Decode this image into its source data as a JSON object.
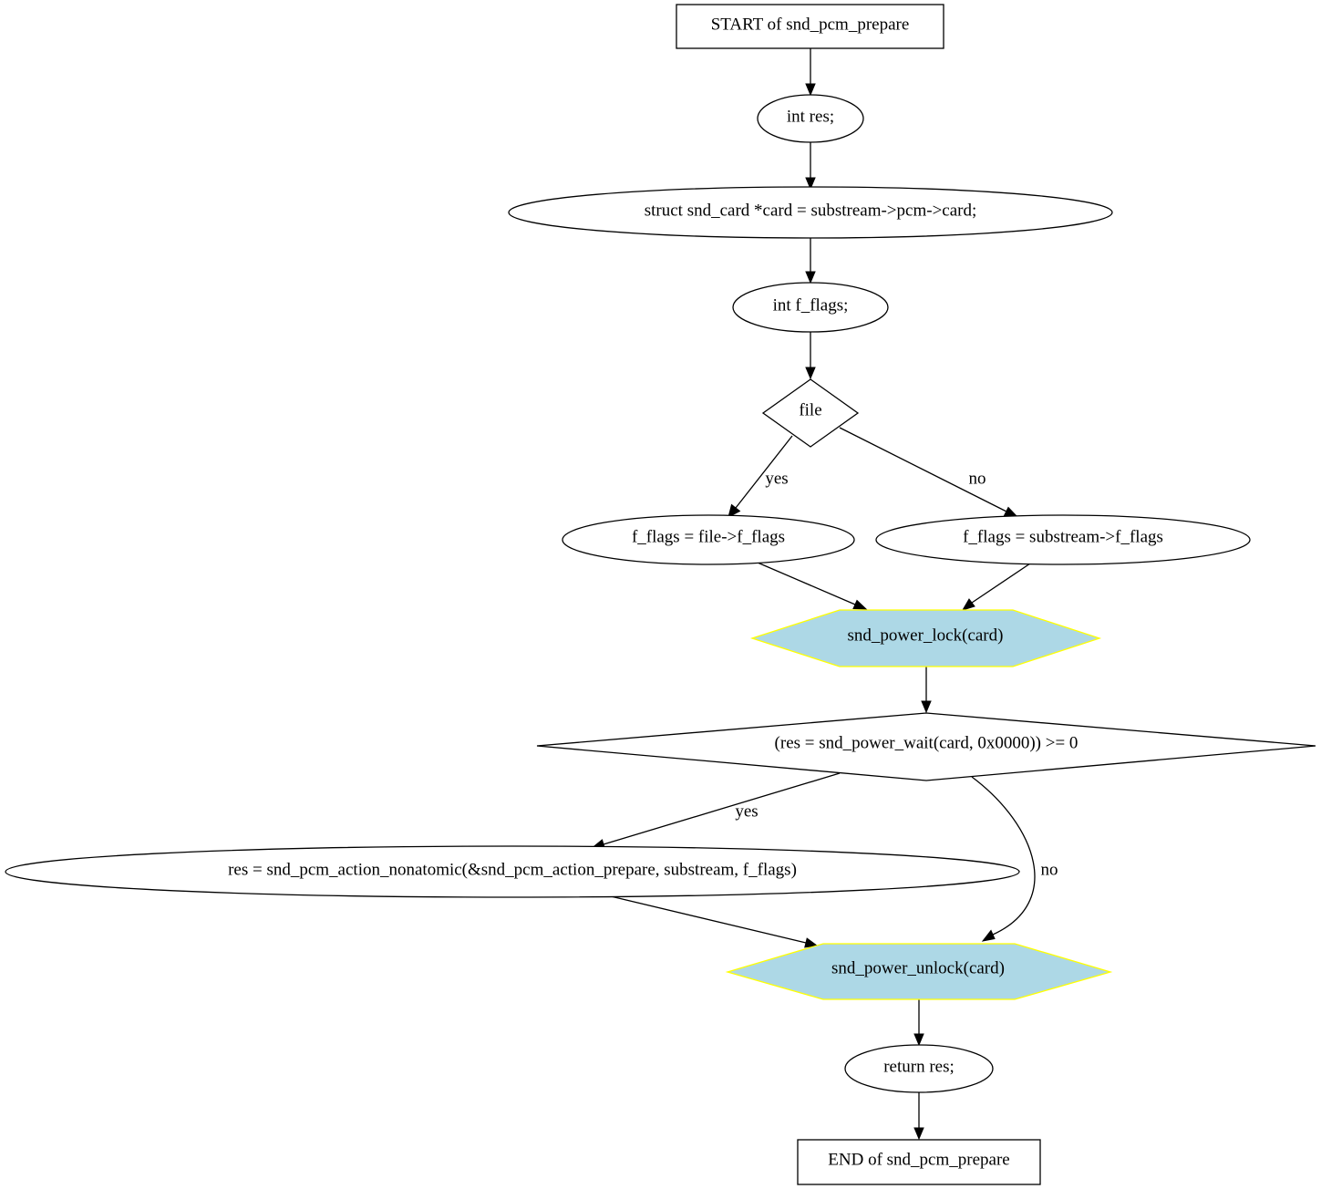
{
  "diagram": {
    "colors": {
      "call_fill": "#add8e6",
      "call_stroke": "#ffff00",
      "line": "#000000",
      "background": "#ffffff"
    },
    "nodes": {
      "start": {
        "label": "START of snd_pcm_prepare",
        "shape": "box"
      },
      "decl_res": {
        "label": "int res;",
        "shape": "ellipse"
      },
      "decl_card": {
        "label": "struct snd_card *card = substream->pcm->card;",
        "shape": "ellipse"
      },
      "decl_flags": {
        "label": "int f_flags;",
        "shape": "ellipse"
      },
      "cond_file": {
        "label": "file",
        "shape": "diamond"
      },
      "flags_from_file": {
        "label": "f_flags = file->f_flags",
        "shape": "ellipse"
      },
      "flags_from_substream": {
        "label": "f_flags = substream->f_flags",
        "shape": "ellipse"
      },
      "power_lock": {
        "label": "snd_power_lock(card)",
        "shape": "hexagon"
      },
      "cond_power_wait": {
        "label": "(res = snd_power_wait(card, 0x0000)) >= 0",
        "shape": "diamond"
      },
      "action_prepare": {
        "label": "res = snd_pcm_action_nonatomic(&snd_pcm_action_prepare, substream, f_flags)",
        "shape": "ellipse"
      },
      "power_unlock": {
        "label": "snd_power_unlock(card)",
        "shape": "hexagon"
      },
      "return_res": {
        "label": "return res;",
        "shape": "ellipse"
      },
      "end": {
        "label": "END of snd_pcm_prepare",
        "shape": "box"
      }
    },
    "edges": {
      "file_yes": {
        "from": "cond_file",
        "to": "flags_from_file",
        "label": "yes"
      },
      "file_no": {
        "from": "cond_file",
        "to": "flags_from_substream",
        "label": "no"
      },
      "wait_yes": {
        "from": "cond_power_wait",
        "to": "action_prepare",
        "label": "yes"
      },
      "wait_no": {
        "from": "cond_power_wait",
        "to": "power_unlock",
        "label": "no"
      }
    }
  }
}
